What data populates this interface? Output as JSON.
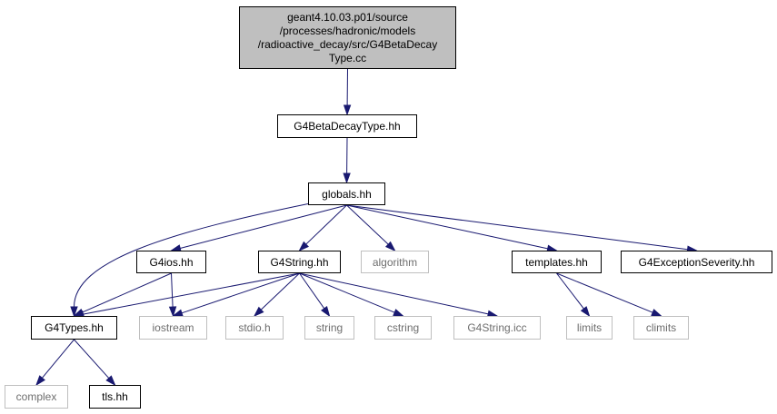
{
  "diagram": {
    "edge_color": "#191970",
    "root_fill": "#bfbfbf",
    "external_border": "#bfbfbf",
    "external_text": "#6e6e6e",
    "nodes": {
      "root": "geant4.10.03.p01/source\n/processes/hadronic/models\n/radioactive_decay/src/G4BetaDecay\nType.cc",
      "betadecay": "G4BetaDecayType.hh",
      "globals": "globals.hh",
      "g4ios": "G4ios.hh",
      "g4string": "G4String.hh",
      "algorithm": "algorithm",
      "templates": "templates.hh",
      "exception": "G4ExceptionSeverity.hh",
      "g4types": "G4Types.hh",
      "iostream": "iostream",
      "stdio": "stdio.h",
      "string": "string",
      "cstring": "cstring",
      "g4stringicc": "G4String.icc",
      "limits": "limits",
      "climits": "climits",
      "complex": "complex",
      "tls": "tls.hh"
    },
    "edges": [
      [
        "root",
        "betadecay"
      ],
      [
        "betadecay",
        "globals"
      ],
      [
        "globals",
        "g4ios"
      ],
      [
        "globals",
        "g4string"
      ],
      [
        "globals",
        "algorithm"
      ],
      [
        "globals",
        "templates"
      ],
      [
        "globals",
        "exception"
      ],
      [
        "globals",
        "g4types"
      ],
      [
        "g4ios",
        "g4types"
      ],
      [
        "g4ios",
        "iostream"
      ],
      [
        "g4string",
        "g4types"
      ],
      [
        "g4string",
        "iostream"
      ],
      [
        "g4string",
        "stdio"
      ],
      [
        "g4string",
        "string"
      ],
      [
        "g4string",
        "cstring"
      ],
      [
        "g4string",
        "g4stringicc"
      ],
      [
        "templates",
        "limits"
      ],
      [
        "templates",
        "climits"
      ],
      [
        "g4types",
        "complex"
      ],
      [
        "g4types",
        "tls"
      ]
    ]
  }
}
